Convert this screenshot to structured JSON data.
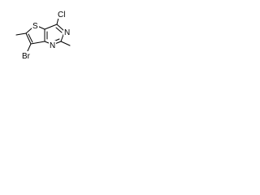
{
  "structure": {
    "atoms": {
      "chlorine": "Cl",
      "bromine": "Br",
      "sulfur": "S",
      "nitrogen_top": "N",
      "nitrogen_bottom": "N"
    },
    "colors": {
      "bond": "#000000",
      "label": "#000000",
      "background": "#ffffff"
    }
  }
}
